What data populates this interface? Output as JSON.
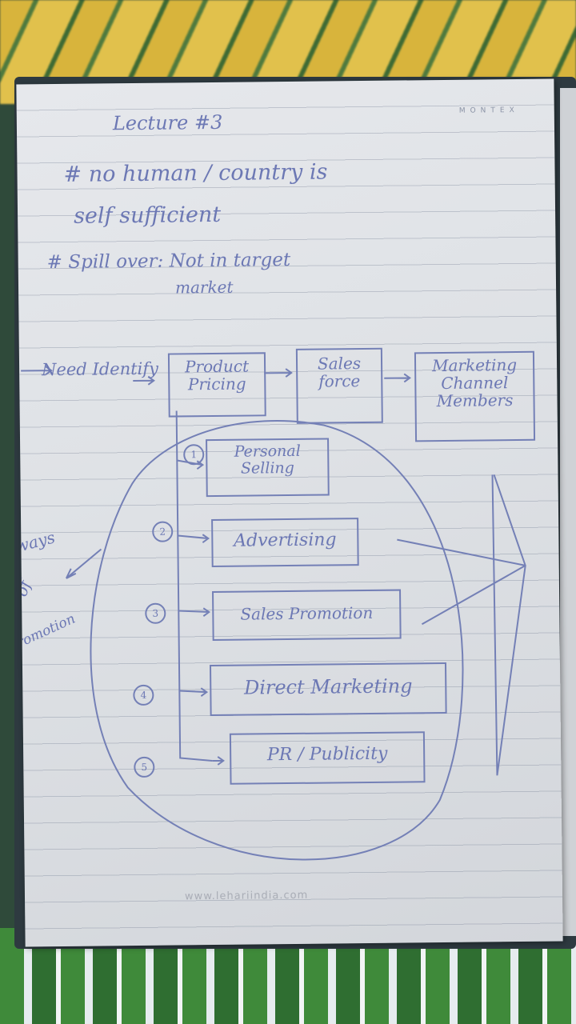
{
  "notebook": {
    "header_brand": "MONTEX",
    "footer_url": "www.lehariindia.com"
  },
  "notes": {
    "title": "Lecture #3",
    "lines": [
      "# no human / country is",
      "self sufficient",
      "# Spill over: Not in target",
      "market"
    ]
  },
  "flow": {
    "need": "Need Identify",
    "product_pricing": "Product Pricing",
    "sales_force": "Sales force",
    "marketing_channel": "Marketing Channel Members"
  },
  "promotion": {
    "side_label_1": "ways",
    "side_label_2": "of",
    "side_label_3": "Promotion",
    "items": [
      "Personal Selling",
      "Advertising",
      "Sales Promotion",
      "Direct Marketing",
      "PR / Publicity"
    ],
    "numbers": [
      "1",
      "2",
      "3",
      "4",
      "5"
    ]
  }
}
